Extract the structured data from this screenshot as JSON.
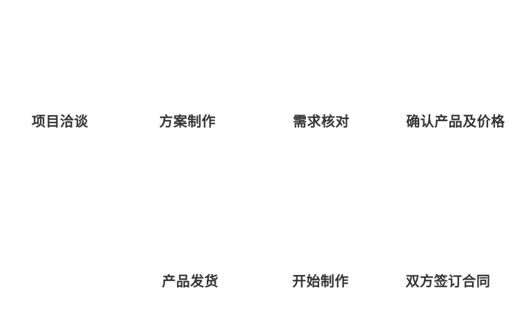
{
  "page": {
    "background_color": "#ffffff",
    "text_color": "#333333"
  },
  "flow": {
    "top_steps": [
      {
        "label": "项目洽谈"
      },
      {
        "label": "方案制作"
      },
      {
        "label": "需求核对"
      },
      {
        "label": "确认产品及价格"
      }
    ],
    "bottom_steps": [
      {
        "label": "产品发货"
      },
      {
        "label": "开始制作"
      },
      {
        "label": "双方签订合同"
      }
    ]
  }
}
